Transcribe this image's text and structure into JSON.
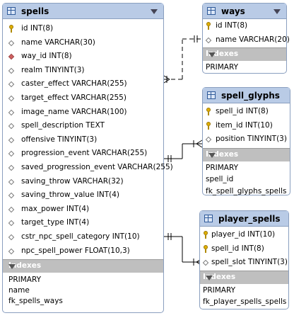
{
  "tables": {
    "spells": {
      "name": "spells",
      "columns": [
        {
          "text": "id INT(8)",
          "icon": "key"
        },
        {
          "text": "name VARCHAR(30)",
          "icon": "diamond"
        },
        {
          "text": "way_id INT(8)",
          "icon": "fk"
        },
        {
          "text": "realm TINYINT(3)",
          "icon": "diamond"
        },
        {
          "text": "caster_effect VARCHAR(255)",
          "icon": "diamond"
        },
        {
          "text": "target_effect VARCHAR(255)",
          "icon": "diamond"
        },
        {
          "text": "image_name VARCHAR(100)",
          "icon": "diamond"
        },
        {
          "text": "spell_description TEXT",
          "icon": "diamond"
        },
        {
          "text": "offensive TINYINT(3)",
          "icon": "diamond"
        },
        {
          "text": "progression_event VARCHAR(255)",
          "icon": "diamond"
        },
        {
          "text": "saved_progression_event VARCHAR(255)",
          "icon": "diamond"
        },
        {
          "text": "saving_throw VARCHAR(32)",
          "icon": "diamond"
        },
        {
          "text": "saving_throw_value INT(4)",
          "icon": "diamond"
        },
        {
          "text": "max_power INT(4)",
          "icon": "diamond"
        },
        {
          "text": "target_type INT(4)",
          "icon": "diamond"
        },
        {
          "text": "cstr_npc_spell_category INT(10)",
          "icon": "diamond"
        },
        {
          "text": "npc_spell_power FLOAT(10,3)",
          "icon": "diamond"
        }
      ],
      "indexes_label": "Indexes",
      "indexes": [
        "PRIMARY",
        "name",
        "fk_spells_ways"
      ]
    },
    "ways": {
      "name": "ways",
      "columns": [
        {
          "text": "id INT(8)",
          "icon": "key"
        },
        {
          "text": "name VARCHAR(20)",
          "icon": "diamond"
        }
      ],
      "indexes_label": "Indexes",
      "indexes": [
        "PRIMARY"
      ]
    },
    "spell_glyphs": {
      "name": "spell_glyphs",
      "columns": [
        {
          "text": "spell_id INT(8)",
          "icon": "key"
        },
        {
          "text": "item_id INT(10)",
          "icon": "key"
        },
        {
          "text": "position TINYINT(3)",
          "icon": "diamond"
        }
      ],
      "indexes_label": "Indexes",
      "indexes": [
        "PRIMARY",
        "spell_id",
        "fk_spell_glyphs_spells"
      ]
    },
    "player_spells": {
      "name": "player_spells",
      "columns": [
        {
          "text": "player_id INT(10)",
          "icon": "key"
        },
        {
          "text": "spell_id INT(8)",
          "icon": "key"
        },
        {
          "text": "spell_slot TINYINT(3)",
          "icon": "diamond"
        }
      ],
      "indexes_label": "Indexes",
      "indexes": [
        "PRIMARY",
        "fk_player_spells_spells"
      ]
    }
  }
}
